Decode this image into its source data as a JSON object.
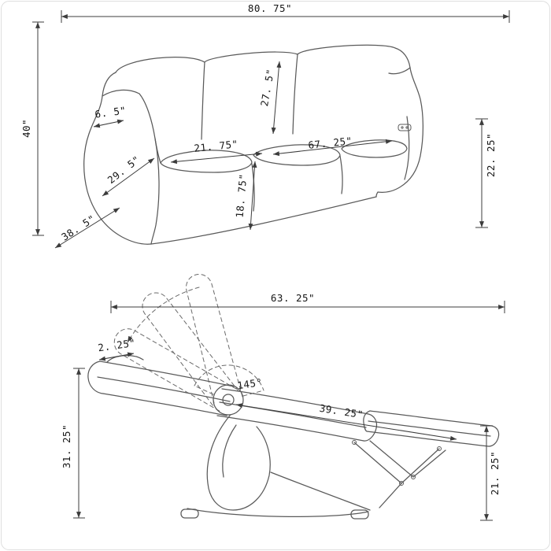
{
  "sofa": {
    "overall_width": "80. 75\"",
    "overall_height": "40\"",
    "arm_top_width": "6. 5\"",
    "back_cushion_height": "27. 5\"",
    "seat_cushion_width": "21. 75\"",
    "interior_seat_width": "67. 25\"",
    "arm_front_depth": "29. 5\"",
    "seat_height": "18. 75\"",
    "arm_height": "22. 25\"",
    "overall_depth": "38. 5\""
  },
  "recliner": {
    "overall_reclined_width": "63. 25\"",
    "headrest_thickness": "2. 25\"",
    "recline_angle": "145°",
    "reclined_seat_length": "39. 25\"",
    "overall_height": "31. 25\"",
    "footrest_height": "21. 25\""
  }
}
